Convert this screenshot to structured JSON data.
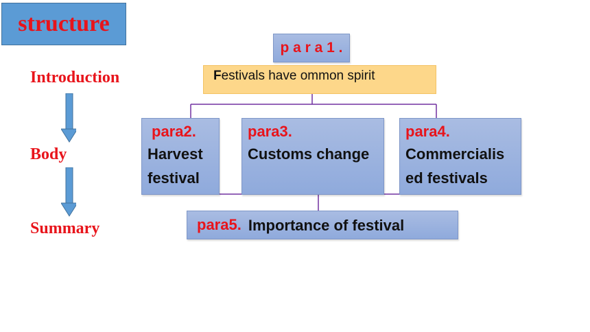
{
  "title": "structure",
  "left_labels": {
    "introduction": "Introduction",
    "body": "Body",
    "summary": "Summary"
  },
  "para1": {
    "label": "p a r a 1 .",
    "text_first": "F",
    "text_rest": "estivals have ommon spirit"
  },
  "para2": {
    "label": "para2.",
    "line1": "Harvest",
    "line2": "festival"
  },
  "para3": {
    "label": "para3.",
    "line1": "Customs change"
  },
  "para4": {
    "label": "para4.",
    "line1": "Commercialis",
    "line2": "ed festivals"
  },
  "para5": {
    "label": "para5.",
    "text": "Importance of festival"
  },
  "colors": {
    "title_fill": "#5b9bd5",
    "red": "#e8141b",
    "box_fill": "#8faadc",
    "intro_fill": "#fdd78a",
    "connector": "#7030a0",
    "arrow": "#5b9bd5"
  }
}
